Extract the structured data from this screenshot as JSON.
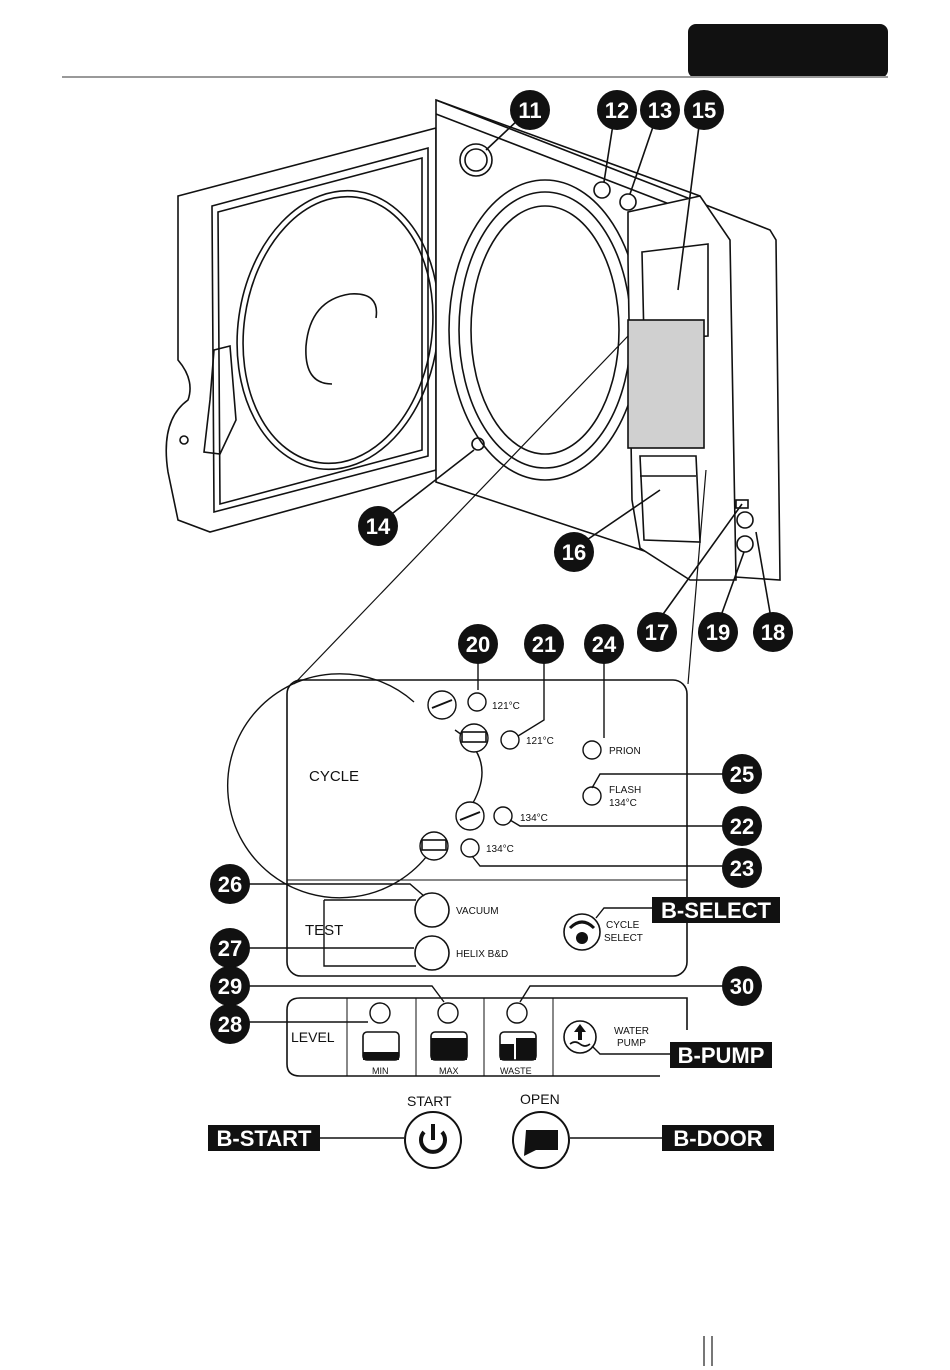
{
  "callouts": {
    "c11": "11",
    "c12": "12",
    "c13": "13",
    "c15": "15",
    "c14": "14",
    "c16": "16",
    "c17": "17",
    "c19": "19",
    "c18": "18",
    "c20": "20",
    "c21": "21",
    "c24": "24",
    "c25": "25",
    "c22": "22",
    "c23": "23",
    "c26": "26",
    "c27": "27",
    "c29": "29",
    "c28": "28",
    "c30": "30"
  },
  "panel": {
    "cycle_label": "CYCLE",
    "temp_121_a": "121°C",
    "temp_121_b": "121°C",
    "temp_134_a": "134°C",
    "temp_134_b": "134°C",
    "prion_label": "PRION",
    "flash_line1": "FLASH",
    "flash_line2": "134°C",
    "test_label": "TEST",
    "vacuum_label": "VACUUM",
    "helix_label": "HELIX  B&D",
    "cycle_select_line1": "CYCLE",
    "cycle_select_line2": "SELECT",
    "level_label": "LEVEL",
    "min_label": "MIN",
    "max_label": "MAX",
    "waste_label": "WASTE",
    "water_pump_line1": "WATER",
    "water_pump_line2": "PUMP",
    "start_label": "START",
    "open_label": "OPEN"
  },
  "buttons": {
    "b_select": "B-SELECT",
    "b_pump": "B-PUMP",
    "b_start": "B-START",
    "b_door": "B-DOOR"
  }
}
